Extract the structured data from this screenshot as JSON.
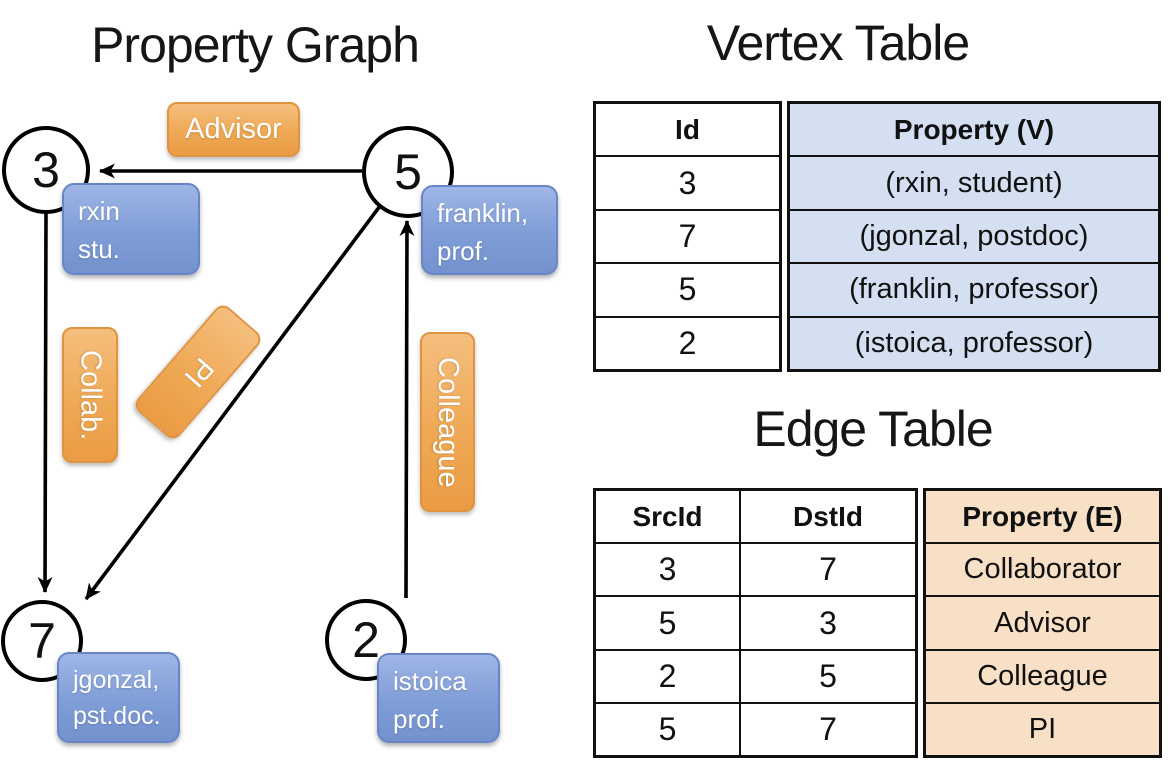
{
  "graph": {
    "title": "Property Graph",
    "nodes": [
      {
        "id": "3"
      },
      {
        "id": "5"
      },
      {
        "id": "7"
      },
      {
        "id": "2"
      }
    ],
    "node_properties": [
      {
        "line1": "rxin",
        "line2": "stu."
      },
      {
        "line1": "franklin,",
        "line2": "prof."
      },
      {
        "line1": "jgonzal,",
        "line2": "pst.doc."
      },
      {
        "line1": "istoica",
        "line2": "prof."
      }
    ],
    "edge_labels": [
      {
        "label": "Advisor"
      },
      {
        "label": "Collab."
      },
      {
        "label": "PI"
      },
      {
        "label": "Colleague"
      }
    ]
  },
  "vertex_table": {
    "title": "Vertex Table",
    "columns": [
      "Id",
      "Property (V)"
    ],
    "rows": [
      [
        "3",
        "(rxin, student)"
      ],
      [
        "7",
        "(jgonzal, postdoc)"
      ],
      [
        "5",
        "(franklin, professor)"
      ],
      [
        "2",
        "(istoica, professor)"
      ]
    ]
  },
  "edge_table": {
    "title": "Edge Table",
    "columns": [
      "SrcId",
      "DstId",
      "Property (E)"
    ],
    "rows": [
      [
        "3",
        "7",
        "Collaborator"
      ],
      [
        "5",
        "3",
        "Advisor"
      ],
      [
        "2",
        "5",
        "Colleague"
      ],
      [
        "5",
        "7",
        "PI"
      ]
    ]
  },
  "colors": {
    "edge_label_orange": "#EFA956",
    "vertex_label_blue": "#7F9DD7",
    "vertex_table_fill": "#D4DFF2",
    "edge_table_fill": "#F7E0C6",
    "line": "#000000"
  }
}
